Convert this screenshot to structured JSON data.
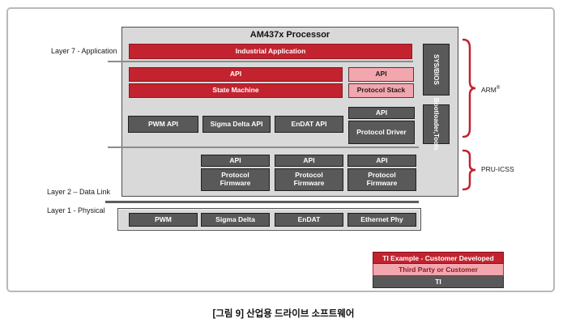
{
  "colors": {
    "red": "#c2232f",
    "pink": "#f2a6ae",
    "dark_gray": "#595959",
    "panel_gray": "#d9d9d9",
    "brace_red": "#c2232f"
  },
  "diagram": {
    "title": "AM437x Processor",
    "blocks": {
      "industrial_application": "Industrial Application",
      "api_red": "API",
      "state_machine": "State Machine",
      "api_pink": "API",
      "protocol_stack": "Protocol Stack",
      "sys_bios": "SYS/BIOS",
      "bootloader_line1": "Bootloader,",
      "bootloader_line2": "Tools",
      "pwm_api": "PWM API",
      "sigma_delta_api": "Sigma Delta API",
      "endat_api": "EnDAT API",
      "api_driver": "API",
      "protocol_driver": "Protocol Driver"
    },
    "firmware_columns": [
      {
        "api": "API",
        "firmware": "Protocol Firmware"
      },
      {
        "api": "API",
        "firmware": "Protocol Firmware"
      },
      {
        "api": "API",
        "firmware": "Protocol Firmware"
      }
    ],
    "physical": [
      "PWM",
      "Sigma Delta",
      "EnDAT",
      "Ethernet Phy"
    ],
    "layers": {
      "l7": "Layer 7 - Application",
      "l2": "Layer 2 – Data Link",
      "l1": "Layer 1 - Physical"
    },
    "right": {
      "arm": "ARM",
      "arm_reg": "®",
      "pru": "PRU-ICSS"
    },
    "legend": [
      {
        "label": "TI Example - Customer Developed",
        "color": "#c2232f"
      },
      {
        "label": "Third Party or Customer",
        "color": "#f2a6ae"
      },
      {
        "label": "TI",
        "color": "#595959"
      }
    ],
    "caption": "[그림 9] 산업용 드라이브 소프트웨어"
  }
}
